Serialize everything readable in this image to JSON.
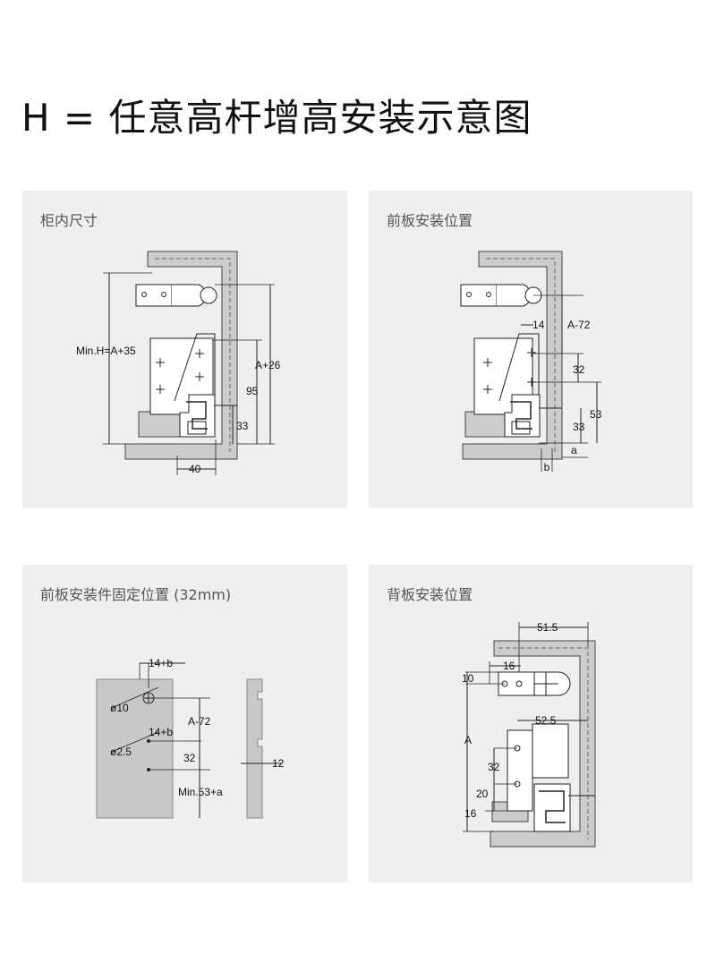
{
  "page_title": "H = 任意高杆增高安装示意图",
  "panels": [
    {
      "title": "柜内尺寸",
      "dims": {
        "min_h": "Min.H=A+35",
        "a26": "A+26",
        "d95": "95",
        "d33": "33",
        "d40": "40"
      }
    },
    {
      "title": "前板安装位置",
      "dims": {
        "d14": "14",
        "a72": "A-72",
        "d32": "32",
        "d53": "53",
        "d33": "33",
        "a": "a",
        "b": "b"
      }
    },
    {
      "title": "前板安装件固定位置 (32mm)",
      "dims": {
        "d14b_top": "14+b",
        "phi10": "ø10",
        "a72": "A-72",
        "d14b_mid": "14+b",
        "phi25": "ø2.5",
        "d32": "32",
        "min53a": "Min.53+a",
        "d12": "12"
      }
    },
    {
      "title": "背板安装位置",
      "dims": {
        "d515": "51.5",
        "d16top": "16",
        "d10": "10",
        "d525": "52.5",
        "a": "A",
        "d32": "32",
        "d20": "20",
        "d16bot": "16"
      }
    }
  ]
}
